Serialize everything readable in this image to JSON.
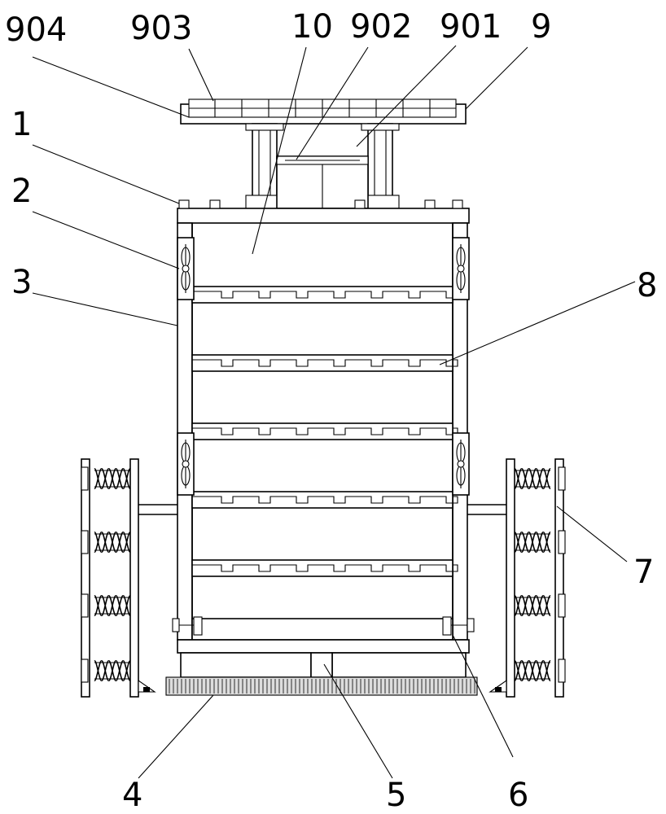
{
  "labels": {
    "l904": "904",
    "l903": "903",
    "l10": "10",
    "l902": "902",
    "l901": "901",
    "l9": "9",
    "l1": "1",
    "l2": "2",
    "l3": "3",
    "l8": "8",
    "l7": "7",
    "l4": "4",
    "l5": "5",
    "l6": "6"
  }
}
